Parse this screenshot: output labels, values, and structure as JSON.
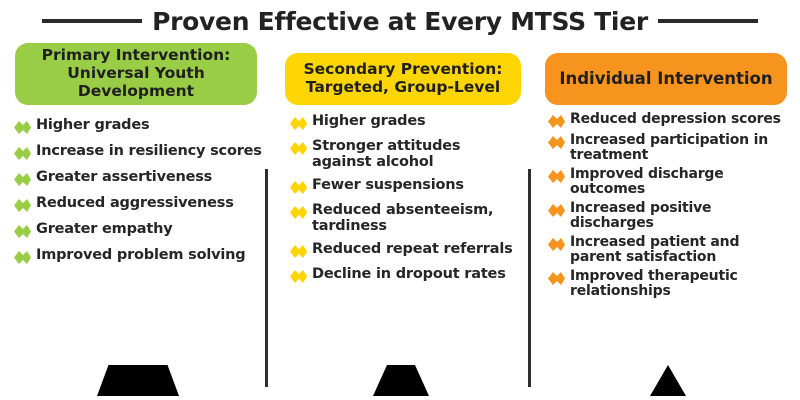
{
  "header": {
    "title": "Proven Effective at Every MTSS Tier",
    "rule_color": "#2b2b2b"
  },
  "columns": [
    {
      "id": "tier-1",
      "header_label": "Primary Intervention:\nUniversal Youth Development",
      "header_line_1": "Primary Intervention:",
      "header_line_2": "Universal Youth",
      "header_line_3": "Development",
      "header_color": "#9ACD46",
      "bullet_color": "#9ACD46",
      "bullet_icon": "arrow-right-icon",
      "items": [
        "Higher grades",
        "Increase in resiliency scores",
        "Greater assertiveness",
        "Reduced aggressiveness",
        "Greater empathy",
        "Improved problem solving"
      ],
      "pyramid_shape": "wide-trapezoid"
    },
    {
      "id": "tier-2",
      "header_label": "Secondary Prevention:\nTargeted, Group-Level",
      "header_line_1": "Secondary Prevention:",
      "header_line_2": "Targeted, Group-Level",
      "header_color": "#FCD502",
      "bullet_color": "#FCD502",
      "bullet_icon": "arrow-right-icon",
      "items": [
        "Higher grades",
        "Stronger attitudes against alcohol",
        "Fewer suspensions",
        "Reduced absenteeism, tardiness",
        "Reduced repeat referrals",
        "Decline in dropout rates"
      ],
      "pyramid_shape": "narrow-trapezoid"
    },
    {
      "id": "tier-3",
      "header_label": "Individual Intervention",
      "header_line_1": "Individual Intervention",
      "header_color": "#F7941E",
      "bullet_color": "#F7941E",
      "bullet_icon": "arrow-right-icon",
      "items": [
        "Reduced depression scores",
        "Increased participation in treatment",
        "Improved discharge outcomes",
        "Increased positive discharges",
        "Increased patient and parent satisfaction",
        "Improved therapeutic relationships"
      ],
      "pyramid_shape": "triangle-apex"
    }
  ],
  "dividers": {
    "color": "#2e2e2e",
    "count": 2
  },
  "pyramid": {
    "color": "#000000"
  }
}
